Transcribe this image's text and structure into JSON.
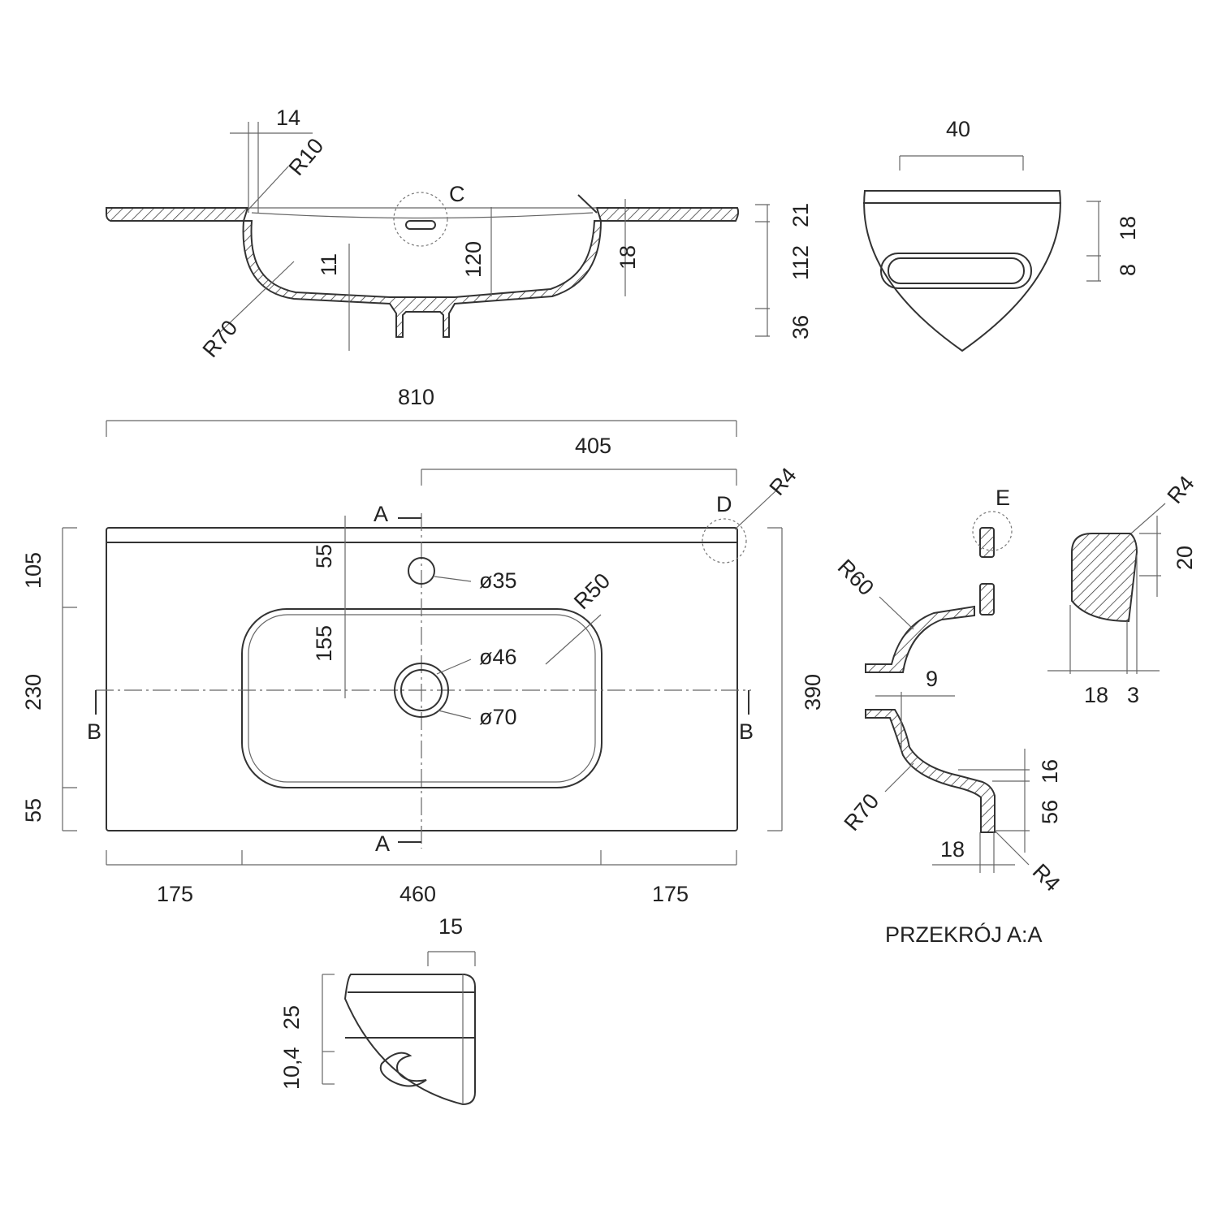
{
  "section_view": {
    "d14": "14",
    "r10": "R10",
    "c": "C",
    "d21": "21",
    "d112": "112",
    "d36": "36",
    "d120": "120",
    "d11": "11",
    "d18": "18",
    "r70": "R70"
  },
  "detail_c": {
    "d40": "40",
    "d18": "18",
    "d8": "8"
  },
  "plan_view": {
    "d810": "810",
    "d405": "405",
    "d105": "105",
    "d230": "230",
    "d55_left": "55",
    "d390": "390",
    "d55": "55",
    "d155": "155",
    "d35": "ø35",
    "d46": "ø46",
    "d70": "ø70",
    "r50": "R50",
    "r4": "R4",
    "d": "D",
    "a_top": "A",
    "a_bottom": "A",
    "b_left": "B",
    "b_right": "B",
    "d175_left": "175",
    "d460": "460",
    "d175_right": "175"
  },
  "detail_d": {
    "d15": "15",
    "d25": "25",
    "d10_4": "10,4"
  },
  "section_aa": {
    "title": "PRZEKRÓJ A:A",
    "e": "E",
    "r60": "R60",
    "d9": "9",
    "r70": "R70",
    "d16": "16",
    "d56": "56",
    "d18": "18",
    "r4": "R4"
  },
  "detail_e": {
    "r4": "R4",
    "d20": "20",
    "d18": "18",
    "d3": "3"
  }
}
